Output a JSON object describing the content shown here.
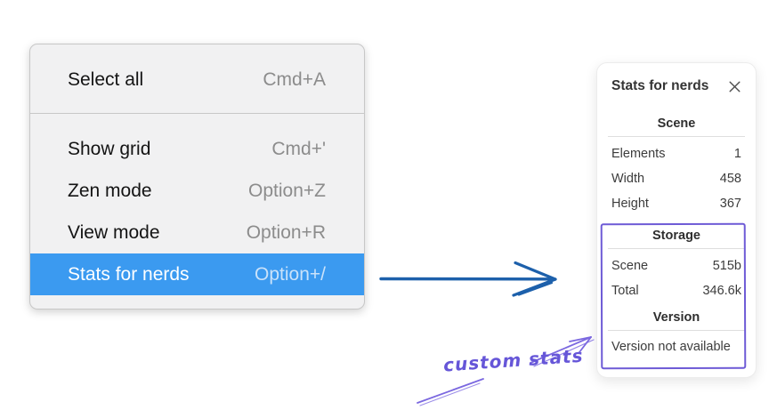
{
  "menu": {
    "selection_color": "#3b9af0",
    "sections": [
      {
        "items": [
          {
            "label": "Select all",
            "shortcut": "Cmd+A"
          }
        ]
      },
      {
        "items": [
          {
            "label": "Show grid",
            "shortcut": "Cmd+'"
          },
          {
            "label": "Zen mode",
            "shortcut": "Option+Z"
          },
          {
            "label": "View mode",
            "shortcut": "Option+R"
          },
          {
            "label": "Stats for nerds",
            "shortcut": "Option+/"
          }
        ]
      }
    ],
    "selected_item": "Stats for nerds"
  },
  "stats_panel": {
    "title": "Stats for nerds",
    "scene": {
      "heading": "Scene",
      "rows": [
        {
          "label": "Elements",
          "value": "1"
        },
        {
          "label": "Width",
          "value": "458"
        },
        {
          "label": "Height",
          "value": "367"
        }
      ]
    },
    "storage": {
      "heading": "Storage",
      "rows": [
        {
          "label": "Scene",
          "value": "515b"
        },
        {
          "label": "Total",
          "value": "346.6k"
        }
      ]
    },
    "version": {
      "heading": "Version",
      "note": "Version not available"
    }
  },
  "annotation": {
    "label": "custom stats",
    "color": "#6e5bd6"
  },
  "arrow": {
    "color": "#1d60ab"
  }
}
